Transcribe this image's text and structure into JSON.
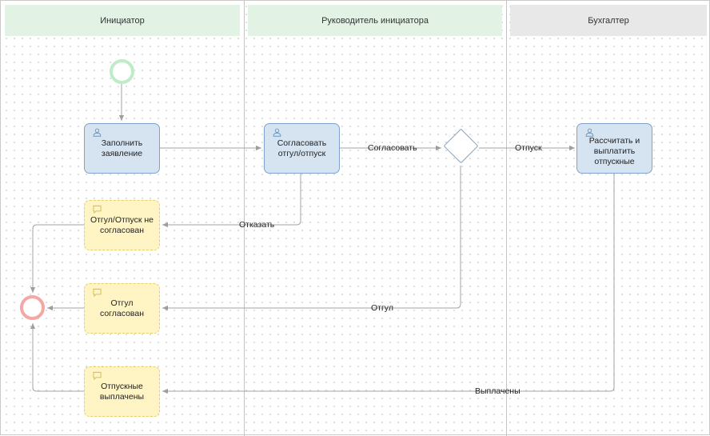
{
  "lanes": [
    {
      "name": "Инициатор",
      "color": "#e2f3e5"
    },
    {
      "name": "Руководитель инициатора",
      "color": "#e2f3e5"
    },
    {
      "name": "Бухгалтер",
      "color": "#e8e8e8"
    }
  ],
  "tasks": {
    "fill_application": "Заполнить заявление",
    "approve_leave": "Согласовать отгул/отпуск",
    "calc_pay": "Рассчитать и выплатить отпускные",
    "not_approved": "Отгул/Отпуск не согласован",
    "dayoff_approved": "Отгул согласован",
    "paid": "Отпускные выплачены"
  },
  "flow_labels": {
    "approve": "Согласовать",
    "leave": "Отпуск",
    "reject": "Отказать",
    "dayoff": "Отгул",
    "paid": "Выплачены"
  },
  "icons": {
    "user_task": "user-icon",
    "note_task": "message-icon"
  },
  "colors": {
    "start_event": "#bfecc8",
    "end_event": "#f5a7a3",
    "user_task_fill": "#d6e4f2",
    "user_task_border": "#7ea2c8",
    "note_fill": "#fff4c4",
    "note_border": "#e5d070",
    "connector": "#9e9e9e"
  }
}
